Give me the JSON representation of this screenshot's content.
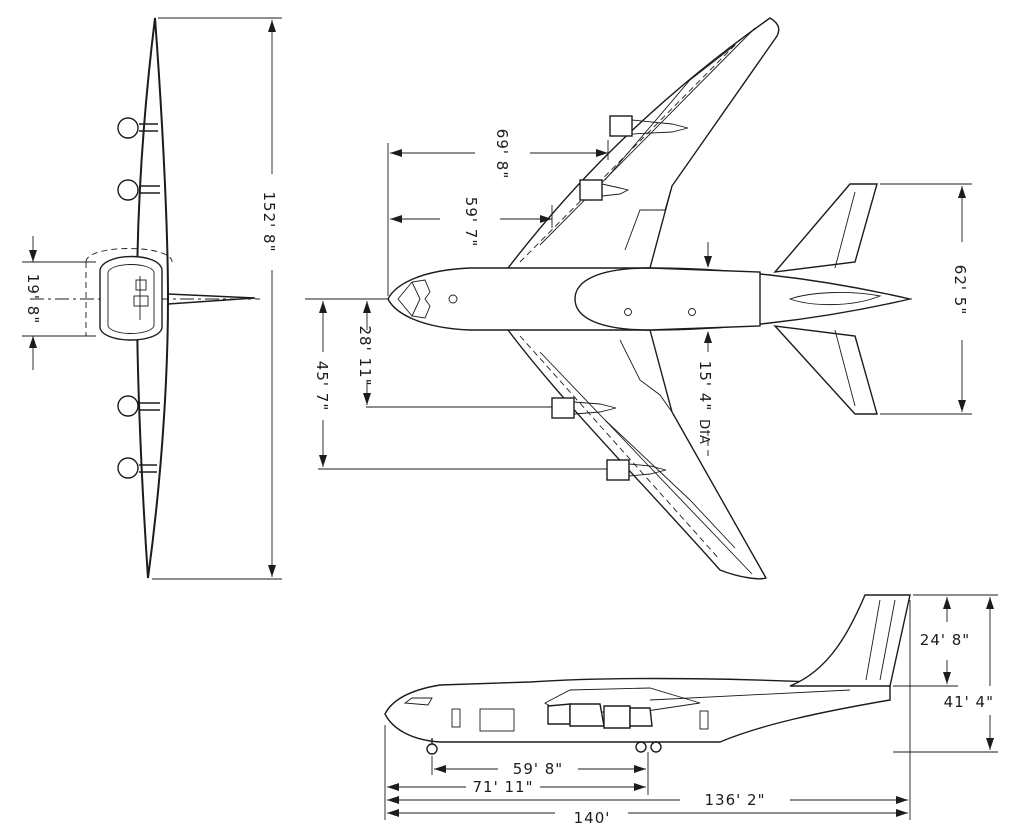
{
  "dimensions": {
    "front_span": "152' 8\"",
    "front_fuselage_height": "19' 8\"",
    "wing_station_outer": "69' 8\"",
    "wing_station_inner": "59' 7\"",
    "tail_span": "62' 5\"",
    "engine_spacing_inner": "28' 11\"",
    "engine_spacing_outer": "45' 7\"",
    "fuselage_diameter": "15' 4\"",
    "diameter_suffix": "DIA",
    "tail_height_upper": "24' 8\"",
    "overall_height": "41' 4\"",
    "wheelbase": "59' 8\"",
    "gear_to_nose": "71' 11\"",
    "overall_length": "140'",
    "tail_to_gear": "136' 2\""
  }
}
